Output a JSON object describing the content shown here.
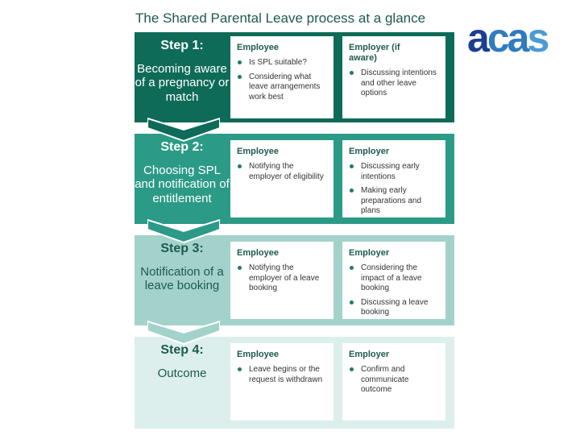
{
  "title": "The Shared Parental Leave process at a glance",
  "logo": {
    "part1": "a",
    "part2": "ca",
    "part3": "s"
  },
  "steps": [
    {
      "number": "Step 1:",
      "description": "Becoming aware of a pregnancy or match",
      "color": "#0e6b58",
      "employee": {
        "heading": "Employee",
        "items": [
          "Is SPL suitable?",
          "Considering what leave arrangements work best"
        ]
      },
      "employer": {
        "heading": "Employer (if aware)",
        "items": [
          "Discussing intentions and other leave options"
        ]
      }
    },
    {
      "number": "Step 2:",
      "description": "Choosing SPL and notification of entitlement",
      "color": "#2b9a86",
      "employee": {
        "heading": "Employee",
        "items": [
          "Notifying the employer of eligibility"
        ]
      },
      "employer": {
        "heading": "Employer",
        "items": [
          "Discussing early intentions",
          "Making early preparations and plans"
        ]
      }
    },
    {
      "number": "Step 3:",
      "description": "Notification of a leave booking",
      "color": "#a3d2cb",
      "employee": {
        "heading": "Employee",
        "items": [
          "Notifying the employer of a leave booking"
        ]
      },
      "employer": {
        "heading": "Employer",
        "items": [
          "Considering the impact of a leave booking",
          "Discussing a leave booking"
        ]
      }
    },
    {
      "number": "Step 4:",
      "description": "Outcome",
      "color": "#dcefec",
      "employee": {
        "heading": "Employee",
        "items": [
          "Leave begins or the request is withdrawn"
        ]
      },
      "employer": {
        "heading": "Employer",
        "items": [
          "Confirm and communicate outcome"
        ]
      }
    }
  ]
}
